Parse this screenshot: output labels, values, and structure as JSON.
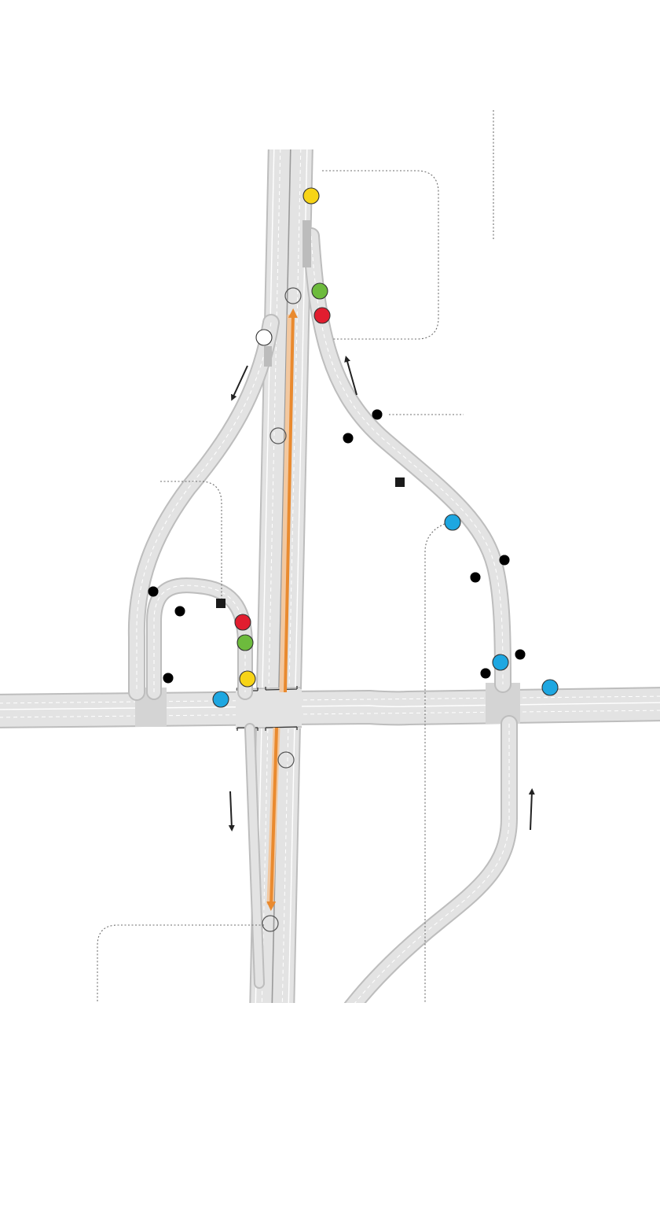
{
  "diagram": {
    "palette": {
      "yellow": "#f7d417",
      "green": "#6dbb3d",
      "red": "#e11d2f",
      "blue": "#1ea7e1",
      "white": "#ffffff",
      "express_lane": "#e98a2f",
      "road": "#e3e3e3",
      "road_edge": "#bdbdbd",
      "leader_line": "#6e6e6e"
    },
    "icons": {
      "detector_circle": "camera-detector-icon",
      "light": "street-light-icon",
      "square": "sensor-box-icon",
      "arrow": "traffic-direction-arrow-icon"
    },
    "markers": [
      {
        "id": "m1",
        "color": "yellow"
      },
      {
        "id": "m2",
        "color": "green"
      },
      {
        "id": "m3",
        "color": "red"
      },
      {
        "id": "m4",
        "color": "white"
      },
      {
        "id": "m5",
        "color": "red"
      },
      {
        "id": "m6",
        "color": "green"
      },
      {
        "id": "m7",
        "color": "yellow"
      },
      {
        "id": "m8",
        "color": "blue"
      },
      {
        "id": "m9",
        "color": "blue"
      },
      {
        "id": "m10",
        "color": "blue"
      },
      {
        "id": "m11",
        "color": "blue"
      }
    ],
    "detectors": [
      "d1",
      "d2",
      "d3",
      "d4"
    ],
    "lights": [
      "l1",
      "l2",
      "l3",
      "l4",
      "l5",
      "l6",
      "l7",
      "l8",
      "l9",
      "l10"
    ],
    "sensor_boxes": [
      "s1",
      "s2"
    ],
    "arrows": [
      "a1",
      "a2",
      "a3",
      "a4"
    ]
  }
}
